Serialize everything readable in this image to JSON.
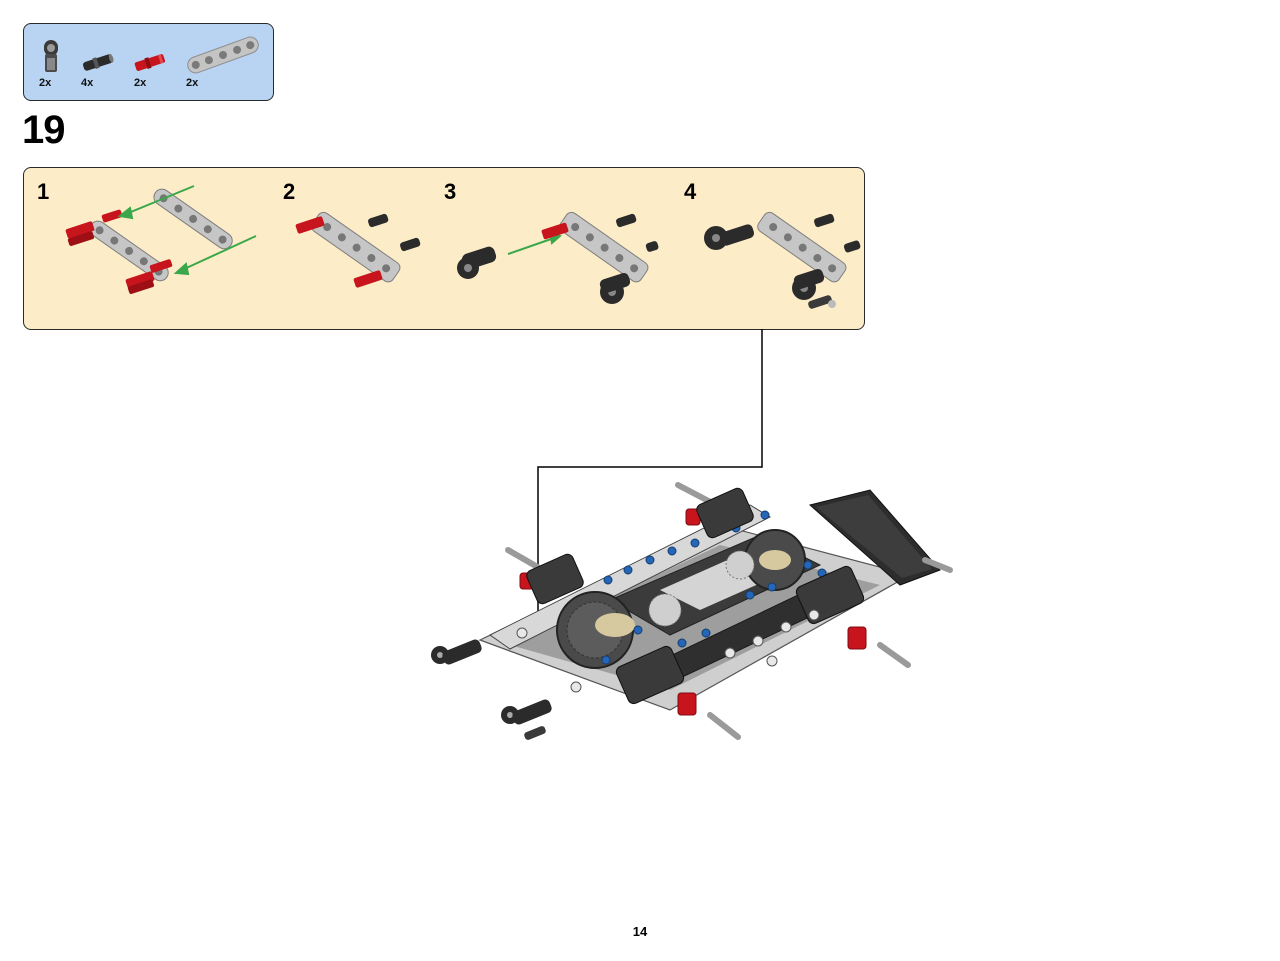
{
  "parts_list": {
    "items": [
      {
        "name": "black-connector-piece",
        "qty": "2x"
      },
      {
        "name": "black-pin-piece",
        "qty": "4x"
      },
      {
        "name": "red-axle-pin-piece",
        "qty": "2x"
      },
      {
        "name": "gray-liftarm-piece",
        "qty": "2x"
      }
    ]
  },
  "step": {
    "number": "19",
    "substeps": [
      {
        "label": "1"
      },
      {
        "label": "2"
      },
      {
        "label": "3"
      },
      {
        "label": "4"
      }
    ]
  },
  "colors": {
    "parts_box_bg": "#b9d4f2",
    "substeps_box_bg": "#fdecc8",
    "arrow": "#3aa84a",
    "red_part": "#c8141c",
    "gray_part": "#bdbdbd",
    "dark_part": "#2b2b2b"
  },
  "page": {
    "number": "14"
  }
}
